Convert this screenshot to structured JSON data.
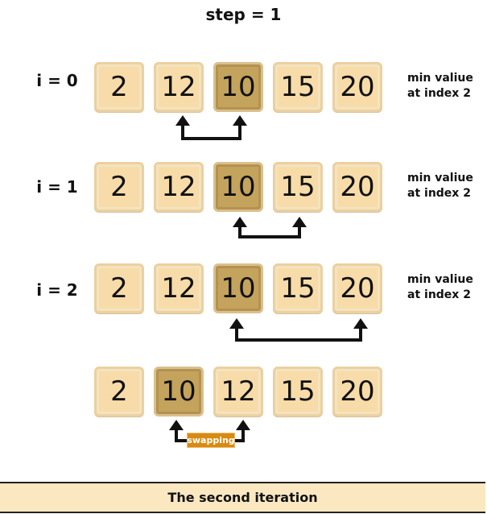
{
  "title": "step = 1",
  "rows": [
    {
      "label": "i = 0",
      "values": [
        "2",
        "12",
        "10",
        "15",
        "20"
      ],
      "highlight": 2,
      "note_line1": "min valiue",
      "note_line2": "at index 2"
    },
    {
      "label": "i = 1",
      "values": [
        "2",
        "12",
        "10",
        "15",
        "20"
      ],
      "highlight": 2,
      "note_line1": "min valiue",
      "note_line2": "at index 2"
    },
    {
      "label": "i = 2",
      "values": [
        "2",
        "12",
        "10",
        "15",
        "20"
      ],
      "highlight": 2,
      "note_line1": "min valiue",
      "note_line2": "at index 2"
    },
    {
      "label": "",
      "values": [
        "2",
        "10",
        "12",
        "15",
        "20"
      ],
      "highlight": 1
    }
  ],
  "swap_label": "swapping",
  "footer": "The second iteration",
  "colors": {
    "tile": "#f7dca9",
    "highlight": "#c4a35d",
    "badge": "#d88a12",
    "footer_bg": "#fbe8c0"
  }
}
